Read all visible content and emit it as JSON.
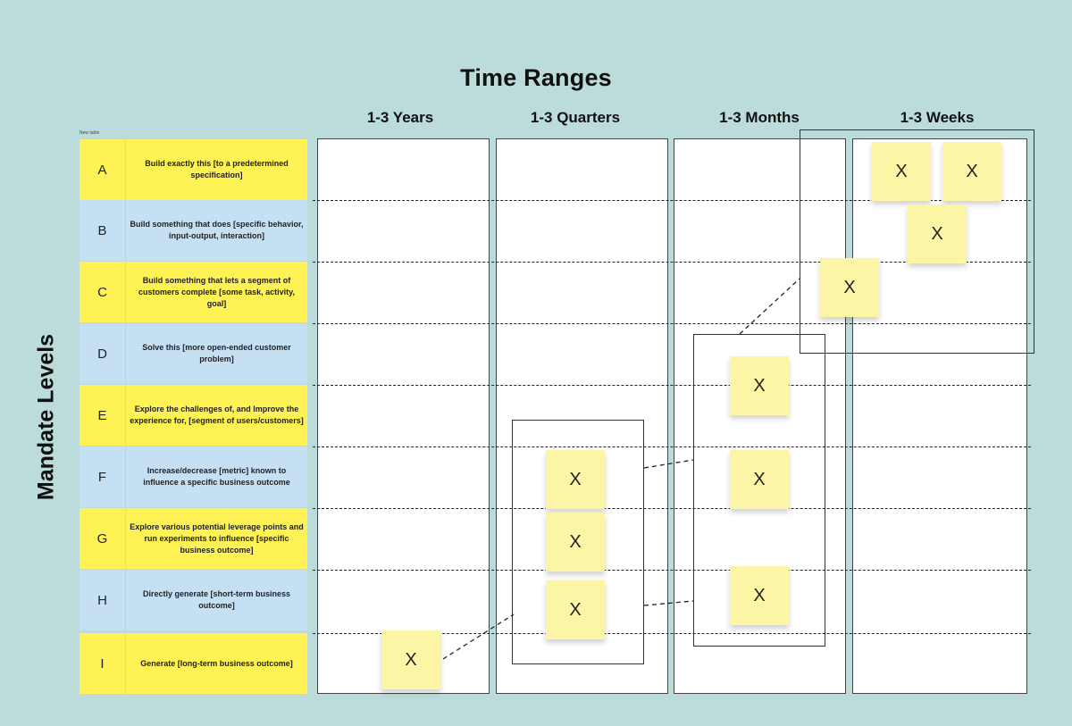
{
  "title": "Time Ranges",
  "vertical_label": "Mandate Levels",
  "table_caption": "New table",
  "columns": [
    "1-3 Years",
    "1-3 Quarters",
    "1-3 Months",
    "1-3 Weeks"
  ],
  "rows": [
    {
      "letter": "A",
      "desc": "Build exactly this [to a predetermined specification]",
      "color": "#fef254"
    },
    {
      "letter": "B",
      "desc": "Build something that does [specific behavior, input-output, interaction]",
      "color": "#c6e0f3"
    },
    {
      "letter": "C",
      "desc": "Build something that lets a segment of customers complete [some task, activity, goal]",
      "color": "#fef254"
    },
    {
      "letter": "D",
      "desc": "Solve this [more open-ended customer problem]",
      "color": "#c6e0f3"
    },
    {
      "letter": "E",
      "desc": "Explore the challenges of, and Improve the experience for, [segment of users/customers]",
      "color": "#fef254"
    },
    {
      "letter": "F",
      "desc": "Increase/decrease [metric] known to influence a specific business outcome",
      "color": "#c6e0f3"
    },
    {
      "letter": "G",
      "desc": "Explore various potential leverage points and run experiments to influence [specific business outcome]",
      "color": "#fef254"
    },
    {
      "letter": "H",
      "desc": "Directly generate [short-term business outcome]",
      "color": "#c6e0f3"
    },
    {
      "letter": "I",
      "desc": "Generate [long-term business outcome]",
      "color": "#fef254"
    }
  ],
  "sticky_mark": "X",
  "colors": {
    "background": "#bcdcdc",
    "yellow": "#fef254",
    "blue": "#c6e0f3",
    "sticky": "#fdf5a6"
  }
}
